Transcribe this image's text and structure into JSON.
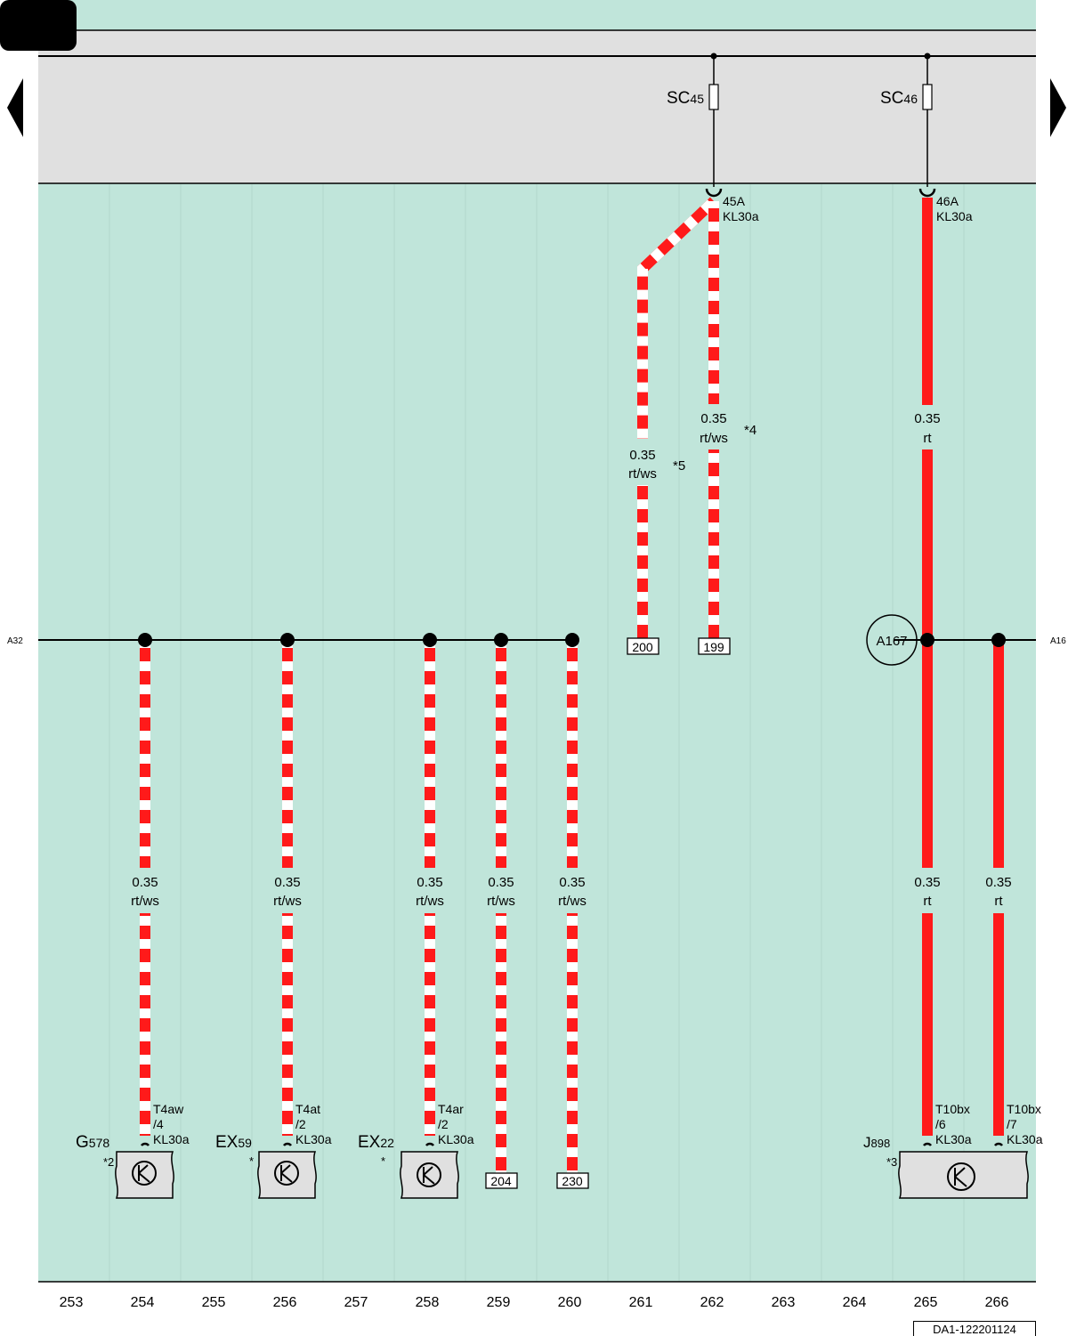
{
  "navigation": {
    "prev_icon": "triangle-left-icon",
    "next_icon": "triangle-right-icon"
  },
  "colors": {
    "background": "#c0e5da",
    "fuse_band": "#e0e0e0",
    "wire_red": "#ff1a1a",
    "wire_white": "#ffffff",
    "component_fill": "#e0e0e0"
  },
  "fuses": [
    {
      "id": "fuse-sc45",
      "prefix": "SC",
      "number": "45",
      "terminal": "45A",
      "terminal_sub": "KL30a"
    },
    {
      "id": "fuse-sc46",
      "prefix": "SC",
      "number": "46",
      "terminal": "46A",
      "terminal_sub": "KL30a"
    }
  ],
  "bus_labels": {
    "left": "A32",
    "right": "A16"
  },
  "splice": {
    "label": "A167"
  },
  "wires": [
    {
      "id": "wire-254",
      "gauge": "0.35",
      "color_code": "rt/ws",
      "note": ""
    },
    {
      "id": "wire-256",
      "gauge": "0.35",
      "color_code": "rt/ws",
      "note": ""
    },
    {
      "id": "wire-258",
      "gauge": "0.35",
      "color_code": "rt/ws",
      "note": ""
    },
    {
      "id": "wire-259",
      "gauge": "0.35",
      "color_code": "rt/ws",
      "note": ""
    },
    {
      "id": "wire-260",
      "gauge": "0.35",
      "color_code": "rt/ws",
      "note": ""
    },
    {
      "id": "wire-261",
      "gauge": "0.35",
      "color_code": "rt/ws",
      "note": "*5"
    },
    {
      "id": "wire-262",
      "gauge": "0.35",
      "color_code": "rt/ws",
      "note": "*4"
    },
    {
      "id": "wire-265-upper",
      "gauge": "0.35",
      "color_code": "rt",
      "note": ""
    },
    {
      "id": "wire-265-lower",
      "gauge": "0.35",
      "color_code": "rt",
      "note": ""
    },
    {
      "id": "wire-266",
      "gauge": "0.35",
      "color_code": "rt",
      "note": ""
    }
  ],
  "references": [
    "200",
    "199",
    "204",
    "230"
  ],
  "components": [
    {
      "id": "G578",
      "prefix": "G",
      "number": "578",
      "note": "*2",
      "pin_lines": [
        "T4aw",
        "/4",
        "KL30a"
      ]
    },
    {
      "id": "EX59",
      "prefix": "EX",
      "number": "59",
      "note": "*",
      "pin_lines": [
        "T4at",
        "/2",
        "KL30a"
      ]
    },
    {
      "id": "EX22",
      "prefix": "EX",
      "number": "22",
      "note": "*",
      "pin_lines": [
        "T4ar",
        "/2",
        "KL30a"
      ]
    },
    {
      "id": "J898",
      "prefix": "J",
      "number": "898",
      "note": "*3",
      "pins": [
        {
          "pin_lines": [
            "T10bx",
            "/6",
            "KL30a"
          ]
        },
        {
          "pin_lines": [
            "T10bx",
            "/7",
            "KL30a"
          ]
        }
      ]
    }
  ],
  "column_numbers": [
    "253",
    "254",
    "255",
    "256",
    "257",
    "258",
    "259",
    "260",
    "261",
    "262",
    "263",
    "264",
    "265",
    "266"
  ],
  "document_id": "DA1-122201124"
}
